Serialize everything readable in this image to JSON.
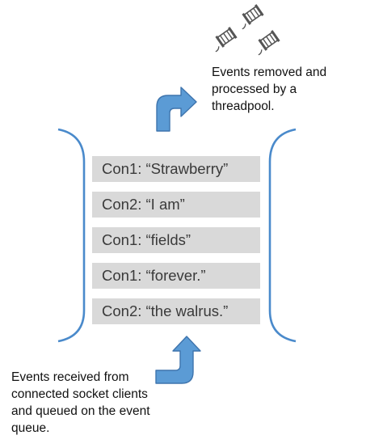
{
  "colors": {
    "bracket": "#4a8acb",
    "arrow_fill": "#5b9bd5",
    "arrow_stroke": "#3e74ad",
    "item_bg": "#d9d9d9",
    "thread_icon": "#555555"
  },
  "icons": [
    "thread-spool-icon",
    "thread-spool-icon",
    "thread-spool-icon"
  ],
  "queue": {
    "items": [
      {
        "label": "Con1: “Strawberry”"
      },
      {
        "label": "Con2: “I am”"
      },
      {
        "label": "Con1: “fields”"
      },
      {
        "label": "Con1: “forever.”"
      },
      {
        "label": "Con2: “the walrus.”"
      }
    ]
  },
  "notes": {
    "top": {
      "lines": [
        "Events removed and",
        "processed by a",
        "threadpool."
      ]
    },
    "bottom": {
      "lines": [
        "Events received from",
        "connected socket clients",
        "and queued on the event",
        "queue."
      ]
    }
  }
}
